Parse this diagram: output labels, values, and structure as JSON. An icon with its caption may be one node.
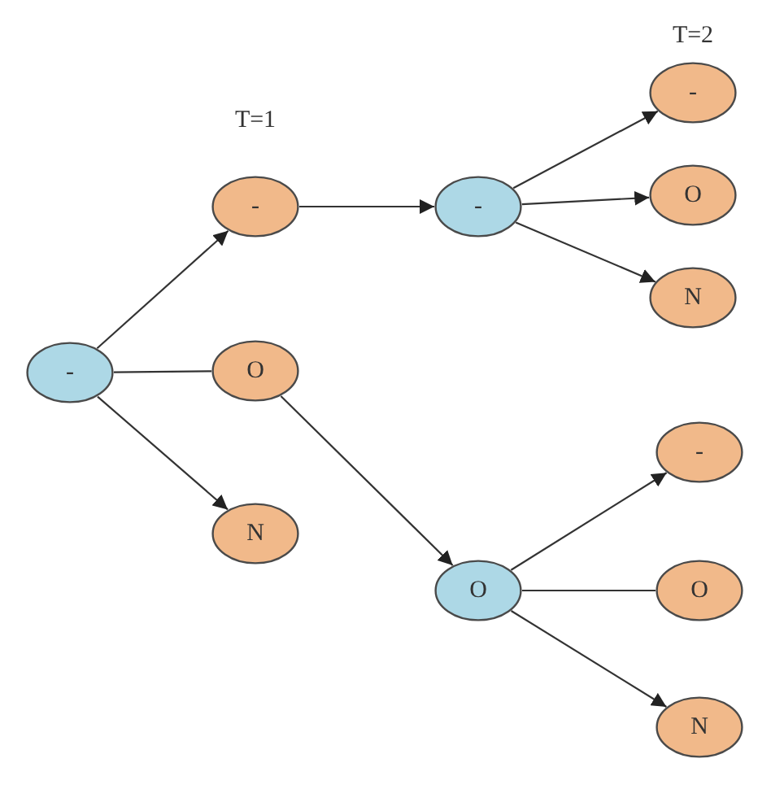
{
  "diagram": {
    "nodes": [
      {
        "text": [
          "-"
        ]
      },
      {
        "text": [
          "-"
        ]
      },
      {
        "text": [
          "O"
        ]
      },
      {
        "text": [
          "N"
        ]
      },
      {
        "text": [
          "-"
        ]
      },
      {
        "text": [
          "O"
        ]
      },
      {
        "text": [
          "-"
        ]
      },
      {
        "text": [
          "O"
        ]
      },
      {
        "text": [
          "N"
        ]
      },
      {
        "text": [
          "-"
        ]
      },
      {
        "text": [
          "O"
        ]
      },
      {
        "text": [
          "N"
        ]
      }
    ],
    "edges": [
      {
        "from": 0,
        "to": 1,
        "arrow": "to"
      },
      {
        "from": 0,
        "to": 2,
        "arrow": "none"
      },
      {
        "from": 0,
        "to": 3,
        "arrow": "to"
      },
      {
        "from": 1,
        "to": 4,
        "arrow": "to"
      },
      {
        "from": 2,
        "to": 5,
        "arrow": "to"
      },
      {
        "from": 4,
        "to": 6,
        "arrow": "to"
      },
      {
        "from": 4,
        "to": 7,
        "arrow": "to"
      },
      {
        "from": 4,
        "to": 8,
        "arrow": "to"
      },
      {
        "from": 5,
        "to": 9,
        "arrow": "to"
      },
      {
        "from": 5,
        "to": 10,
        "arrow": "none"
      },
      {
        "from": 5,
        "to": 11,
        "arrow": "to"
      }
    ],
    "labels": [
      "T=2",
      "T=1"
    ]
  }
}
